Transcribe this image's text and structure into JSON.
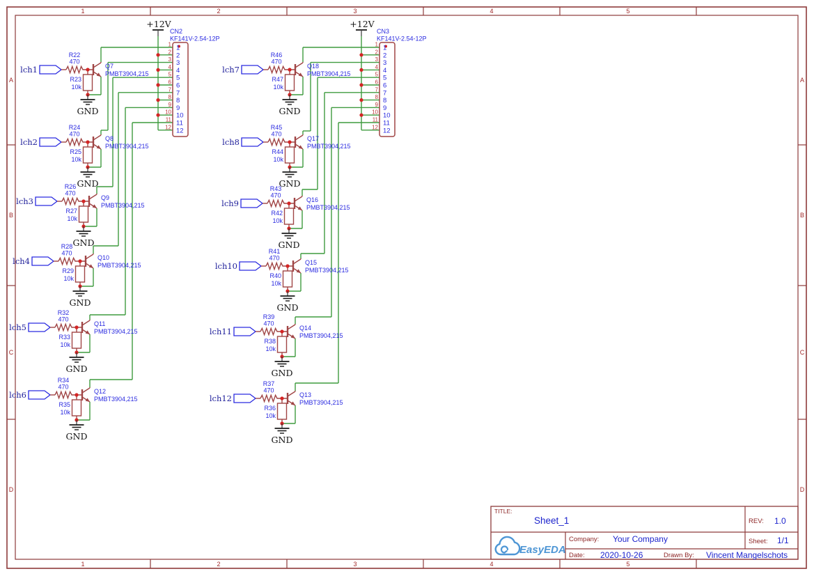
{
  "sheet": {
    "frame": {
      "columns": [
        "1",
        "2",
        "3",
        "4",
        "5"
      ],
      "rows": [
        "A",
        "B",
        "C",
        "D"
      ]
    },
    "power_label": "+12V",
    "ground_label": "GND",
    "connectors": [
      {
        "ref": "CN2",
        "part": "KF141V-2.54-12P",
        "pins": [
          "1",
          "2",
          "3",
          "4",
          "5",
          "6",
          "7",
          "8",
          "9",
          "10",
          "11",
          "12"
        ]
      },
      {
        "ref": "CN3",
        "part": "KF141V-2.54-12P",
        "pins": [
          "1",
          "2",
          "3",
          "4",
          "5",
          "6",
          "7",
          "8",
          "9",
          "10",
          "11",
          "12"
        ]
      }
    ],
    "channels": [
      {
        "input": "lch1",
        "ref": "Q7",
        "part": "PMBT3904,215",
        "r_base": {
          "ref": "R22",
          "value": "470"
        },
        "r_pull": {
          "ref": "R23",
          "value": "10k"
        },
        "connector": "CN2",
        "pin": "1"
      },
      {
        "input": "lch2",
        "ref": "Q8",
        "part": "PMBT3904,215",
        "r_base": {
          "ref": "R24",
          "value": "470"
        },
        "r_pull": {
          "ref": "R25",
          "value": "10k"
        },
        "connector": "CN2",
        "pin": "3"
      },
      {
        "input": "lch3",
        "ref": "Q9",
        "part": "PMBT3904,215",
        "r_base": {
          "ref": "R26",
          "value": "470"
        },
        "r_pull": {
          "ref": "R27",
          "value": "10k"
        },
        "connector": "CN2",
        "pin": "5"
      },
      {
        "input": "lch4",
        "ref": "Q10",
        "part": "PMBT3904,215",
        "r_base": {
          "ref": "R28",
          "value": "470"
        },
        "r_pull": {
          "ref": "R29",
          "value": "10k"
        },
        "connector": "CN2",
        "pin": "7"
      },
      {
        "input": "lch5",
        "ref": "Q11",
        "part": "PMBT3904,215",
        "r_base": {
          "ref": "R32",
          "value": "470"
        },
        "r_pull": {
          "ref": "R33",
          "value": "10k"
        },
        "connector": "CN2",
        "pin": "9"
      },
      {
        "input": "lch6",
        "ref": "Q12",
        "part": "PMBT3904,215",
        "r_base": {
          "ref": "R34",
          "value": "470"
        },
        "r_pull": {
          "ref": "R35",
          "value": "10k"
        },
        "connector": "CN2",
        "pin": "11"
      },
      {
        "input": "lch7",
        "ref": "Q18",
        "part": "PMBT3904,215",
        "r_base": {
          "ref": "R46",
          "value": "470"
        },
        "r_pull": {
          "ref": "R47",
          "value": "10k"
        },
        "connector": "CN3",
        "pin": "1"
      },
      {
        "input": "lch8",
        "ref": "Q17",
        "part": "PMBT3904,215",
        "r_base": {
          "ref": "R45",
          "value": "470"
        },
        "r_pull": {
          "ref": "R44",
          "value": "10k"
        },
        "connector": "CN3",
        "pin": "3"
      },
      {
        "input": "lch9",
        "ref": "Q16",
        "part": "PMBT3904,215",
        "r_base": {
          "ref": "R43",
          "value": "470"
        },
        "r_pull": {
          "ref": "R42",
          "value": "10k"
        },
        "connector": "CN3",
        "pin": "5"
      },
      {
        "input": "lch10",
        "ref": "Q15",
        "part": "PMBT3904,215",
        "r_base": {
          "ref": "R41",
          "value": "470"
        },
        "r_pull": {
          "ref": "R40",
          "value": "10k"
        },
        "connector": "CN3",
        "pin": "7"
      },
      {
        "input": "lch11",
        "ref": "Q14",
        "part": "PMBT3904,215",
        "r_base": {
          "ref": "R39",
          "value": "470"
        },
        "r_pull": {
          "ref": "R38",
          "value": "10k"
        },
        "connector": "CN3",
        "pin": "9"
      },
      {
        "input": "lch12",
        "ref": "Q13",
        "part": "PMBT3904,215",
        "r_base": {
          "ref": "R37",
          "value": "470"
        },
        "r_pull": {
          "ref": "R36",
          "value": "10k"
        },
        "connector": "CN3",
        "pin": "11"
      }
    ],
    "title_block": {
      "title_label": "TITLE:",
      "title": "Sheet_1",
      "rev_label": "REV:",
      "rev": "1.0",
      "company_label": "Company:",
      "company": "Your Company",
      "sheet_label": "Sheet:",
      "sheet": "1/1",
      "date_label": "Date:",
      "date": "2020-10-26",
      "drawn_label": "Drawn By:",
      "drawn_by": "Vincent Mangelschots",
      "logo_text": "EasyEDA"
    }
  },
  "colors": {
    "wire_green": "#3f9b3f",
    "symbol_red": "#a04545",
    "junction_red": "#d42525",
    "label_blue": "#2a2ae0",
    "pin_number_red": "#bb3a3a",
    "net_text_navy": "#1c1c99",
    "power_gnd_black": "#1a1a1a",
    "frame_red": "#8d3a3a",
    "frame_label_red": "#a02828",
    "title_label_red": "#8e2727",
    "title_value_blue": "#1d24cd",
    "logo_blue": "#4e96d5"
  }
}
